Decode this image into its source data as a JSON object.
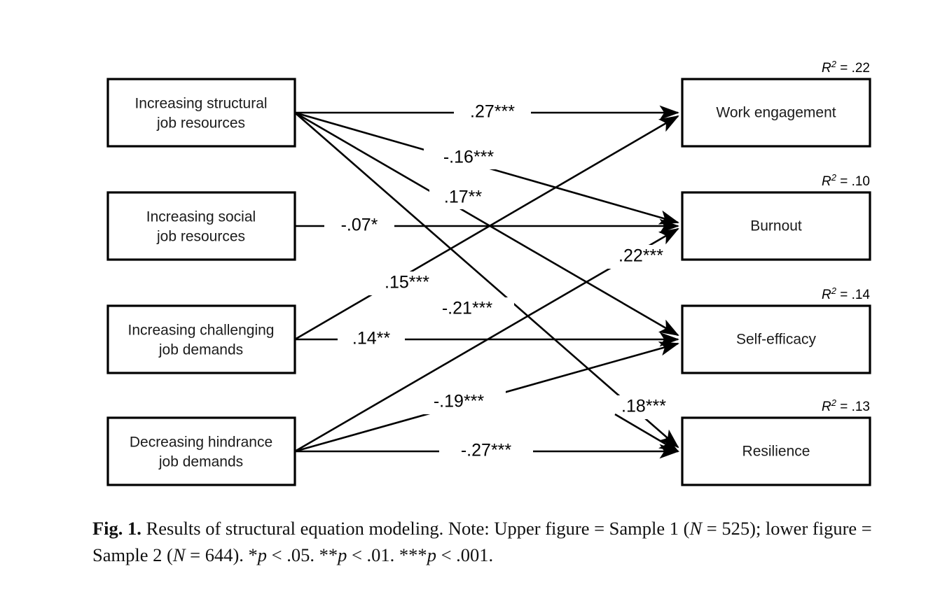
{
  "figure": {
    "type": "path-diagram",
    "title": "Results of structural equation modeling"
  },
  "predictors": [
    {
      "id": "structural-job-resources",
      "line1": "Increasing structural",
      "line2": "job resources"
    },
    {
      "id": "social-job-resources",
      "line1": "Increasing social",
      "line2": "job resources"
    },
    {
      "id": "challenging-job-demands",
      "line1": "Increasing challenging",
      "line2": "job demands"
    },
    {
      "id": "hindrance-job-demands",
      "line1": "Decreasing hindrance",
      "line2": "job demands"
    }
  ],
  "outcomes": [
    {
      "id": "work-engagement",
      "label": "Work engagement",
      "r2_prefix": "R",
      "r2_exp": "2",
      "r2_value": " = .22"
    },
    {
      "id": "burnout",
      "label": "Burnout",
      "r2_prefix": "R",
      "r2_exp": "2",
      "r2_value": " = .10"
    },
    {
      "id": "self-efficacy",
      "label": "Self-efficacy",
      "r2_prefix": "R",
      "r2_exp": "2",
      "r2_value": " = .14"
    },
    {
      "id": "resilience",
      "label": "Resilience",
      "r2_prefix": "R",
      "r2_exp": "2",
      "r2_value": " = .13"
    }
  ],
  "paths": [
    {
      "id": "p1",
      "from": "structural-job-resources",
      "to": "work-engagement",
      "coefficient": ".27***"
    },
    {
      "id": "p2",
      "from": "structural-job-resources",
      "to": "burnout",
      "coefficient": "-.16***"
    },
    {
      "id": "p3",
      "from": "structural-job-resources",
      "to": "self-efficacy",
      "coefficient": ".17**"
    },
    {
      "id": "p4",
      "from": "social-job-resources",
      "to": "burnout",
      "coefficient": "-.07*"
    },
    {
      "id": "p5",
      "from": "hindrance-job-demands",
      "to": "burnout",
      "coefficient": ".22***"
    },
    {
      "id": "p6",
      "from": "challenging-job-demands",
      "to": "work-engagement",
      "coefficient": ".15***"
    },
    {
      "id": "p7",
      "from": "structural-job-resources",
      "to": "resilience",
      "coefficient": "-.21***"
    },
    {
      "id": "p8",
      "from": "challenging-job-demands",
      "to": "self-efficacy",
      "coefficient": ".14**"
    },
    {
      "id": "p9",
      "from": "hindrance-job-demands",
      "to": "self-efficacy",
      "coefficient": "-.19***"
    },
    {
      "id": "p10",
      "from": "hindrance-job-demands",
      "to": "resilience",
      "coefficient": ".18***"
    },
    {
      "id": "p11",
      "from": "hindrance-job-demands",
      "to": "resilience",
      "coefficient": "-.27***"
    }
  ],
  "caption": {
    "fig_number": "Fig. 1.",
    "text_1": "Results of structural equation modeling. Note: Upper figure = Sample 1 (",
    "n_italic_1": "N",
    "text_2": " = 525); lower figure = Sample 2 (",
    "n_italic_2": "N",
    "text_3": " = 644). *",
    "p_italic_1": "p",
    "text_4": " < .05. **",
    "p_italic_2": "p",
    "text_5": " < .01. ***",
    "p_italic_3": "p",
    "text_6": " < .001."
  },
  "chart_data": {
    "type": "diagram",
    "title": "Results of structural equation modeling",
    "nodes_left": [
      "Increasing structural job resources",
      "Increasing social job resources",
      "Increasing challenging job demands",
      "Decreasing hindrance job demands"
    ],
    "nodes_right": [
      "Work engagement",
      "Burnout",
      "Self-efficacy",
      "Resilience"
    ],
    "r2": {
      "Work engagement": 0.22,
      "Burnout": 0.1,
      "Self-efficacy": 0.14,
      "Resilience": 0.13
    },
    "edges": [
      {
        "from": "Increasing structural job resources",
        "to": "Work engagement",
        "beta": 0.27,
        "sig": "***"
      },
      {
        "from": "Increasing structural job resources",
        "to": "Burnout",
        "beta": -0.16,
        "sig": "***"
      },
      {
        "from": "Increasing structural job resources",
        "to": "Self-efficacy",
        "beta": 0.17,
        "sig": "**"
      },
      {
        "from": "Increasing structural job resources",
        "to": "Resilience",
        "beta": -0.21,
        "sig": "***"
      },
      {
        "from": "Increasing social job resources",
        "to": "Burnout",
        "beta": -0.07,
        "sig": "*"
      },
      {
        "from": "Increasing challenging job demands",
        "to": "Work engagement",
        "beta": 0.15,
        "sig": "***"
      },
      {
        "from": "Increasing challenging job demands",
        "to": "Self-efficacy",
        "beta": 0.14,
        "sig": "**"
      },
      {
        "from": "Decreasing hindrance job demands",
        "to": "Burnout",
        "beta": 0.22,
        "sig": "***"
      },
      {
        "from": "Decreasing hindrance job demands",
        "to": "Self-efficacy",
        "beta": -0.19,
        "sig": "***"
      },
      {
        "from": "Decreasing hindrance job demands",
        "to": "Resilience",
        "beta": 0.18,
        "sig": "***"
      },
      {
        "from": "Decreasing hindrance job demands",
        "to": "Resilience",
        "beta": -0.27,
        "sig": "***"
      }
    ]
  }
}
